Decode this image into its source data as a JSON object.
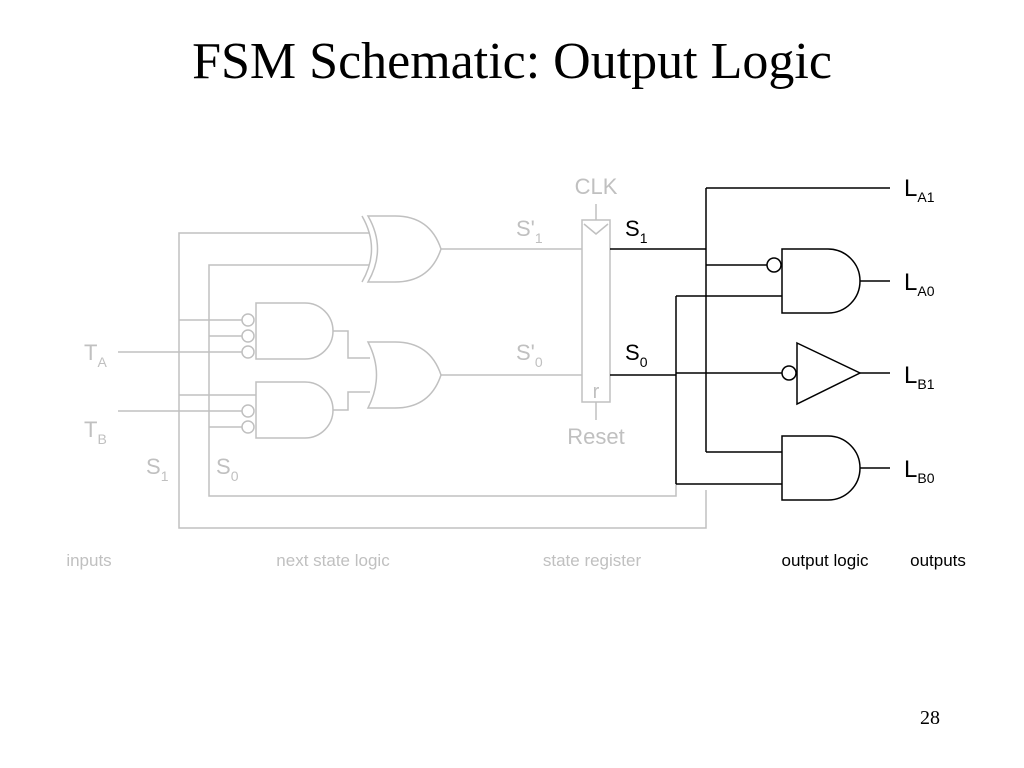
{
  "slide": {
    "title": "FSM Schematic: Output Logic",
    "page_number": "28"
  },
  "colors": {
    "active": "#000000",
    "dimmed": "#c0c0c0"
  },
  "signals": {
    "clk": "CLK",
    "reset": "Reset",
    "register_reset_pin": "r",
    "next_s1": {
      "base": "S'",
      "sub": "1"
    },
    "next_s0": {
      "base": "S'",
      "sub": "0"
    },
    "state_s1": {
      "base": "S",
      "sub": "1"
    },
    "state_s0": {
      "base": "S",
      "sub": "0"
    },
    "input_ta": {
      "base": "T",
      "sub": "A"
    },
    "input_tb": {
      "base": "T",
      "sub": "B"
    },
    "fb_s1": {
      "base": "S",
      "sub": "1"
    },
    "fb_s0": {
      "base": "S",
      "sub": "0"
    }
  },
  "outputs": {
    "la1": {
      "base": "L",
      "sub": "A1"
    },
    "la0": {
      "base": "L",
      "sub": "A0"
    },
    "lb1": {
      "base": "L",
      "sub": "B1"
    },
    "lb0": {
      "base": "L",
      "sub": "B0"
    }
  },
  "sections": {
    "inputs": "inputs",
    "next_state_logic": "next state logic",
    "state_register": "state register",
    "output_logic": "output logic",
    "outputs": "outputs"
  }
}
